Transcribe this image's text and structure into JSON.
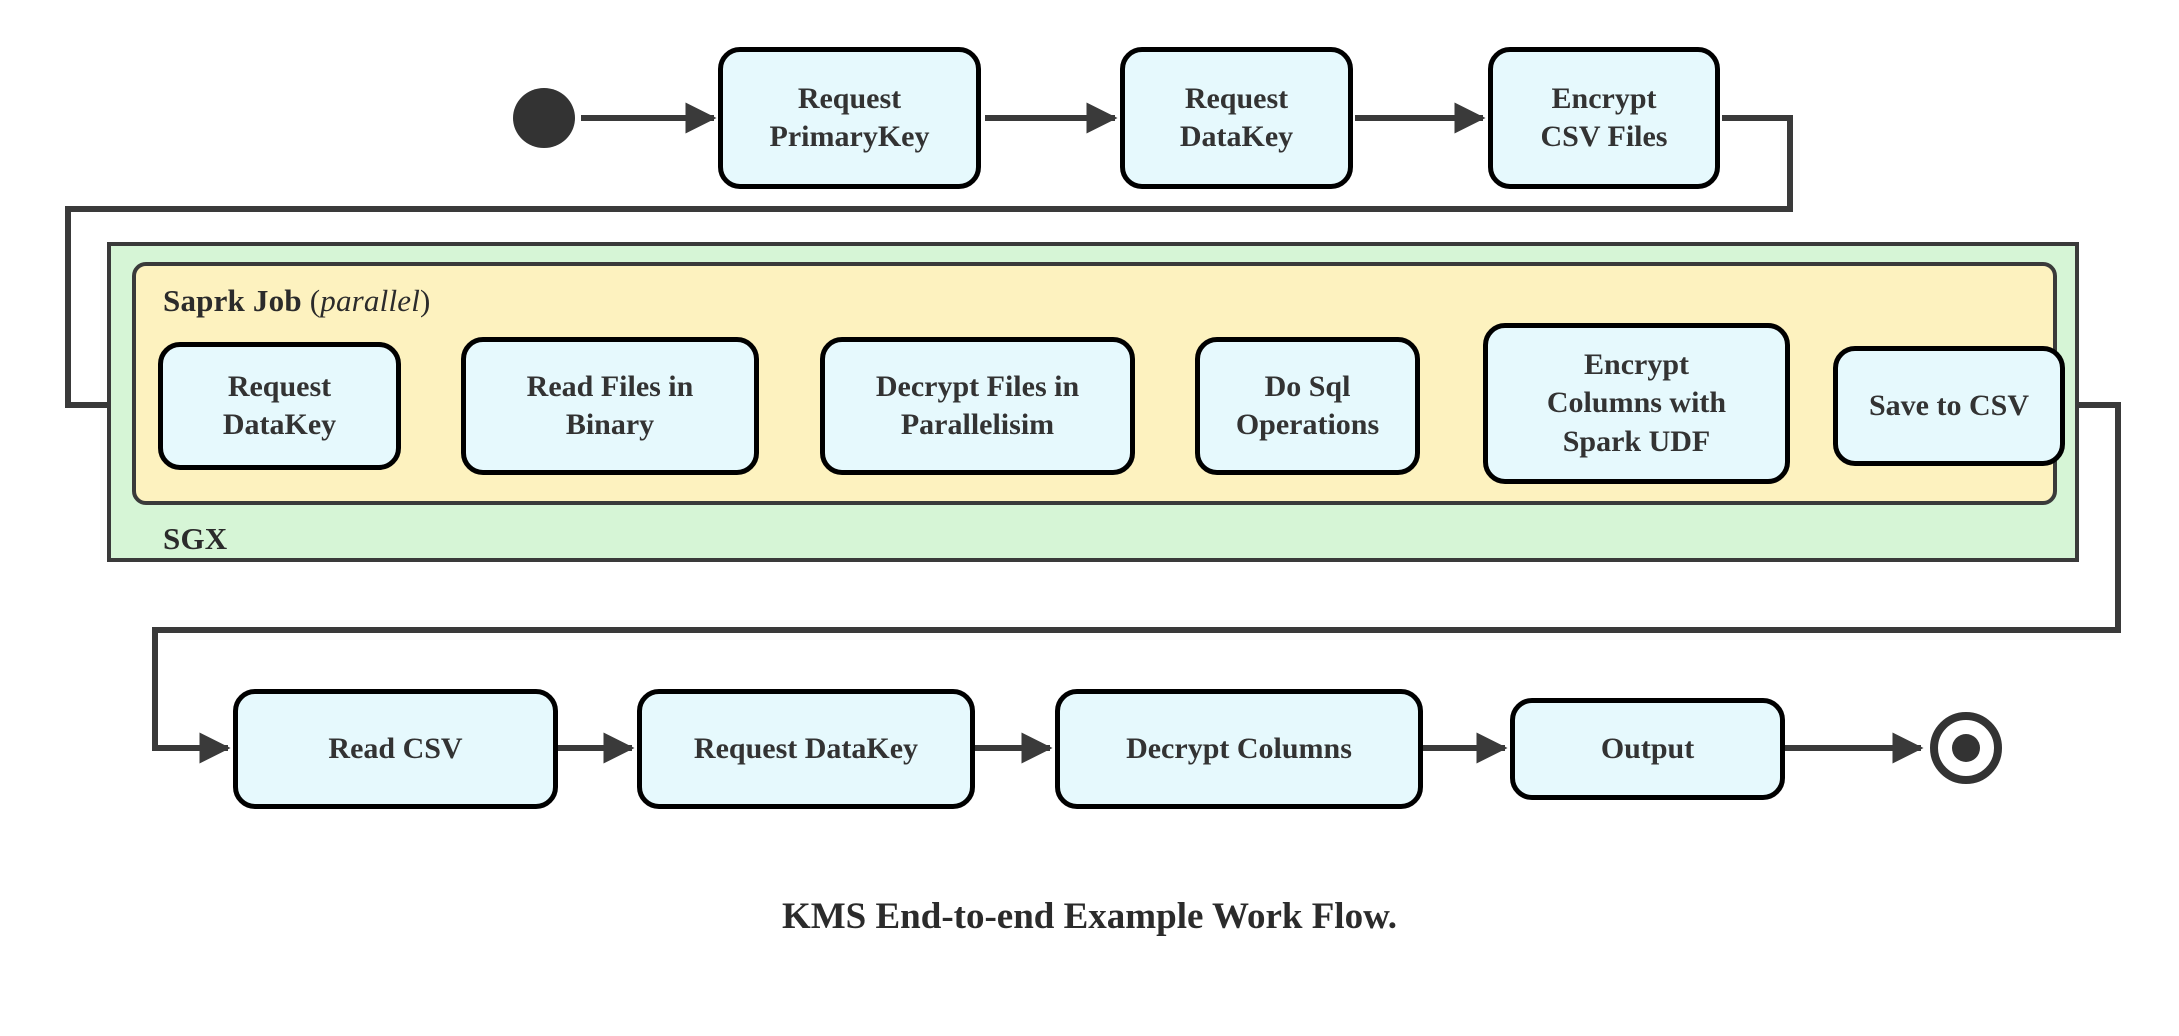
{
  "diagram": {
    "caption": "KMS End-to-end Example Work Flow.",
    "colors": {
      "node_fill": "#e6f9fd",
      "node_stroke": "#000000",
      "sgx_fill": "#d6f5d6",
      "spark_fill": "#fdf2bf",
      "container_stroke": "#3a3a3a",
      "connector": "#3a3a3a",
      "text": "#333333"
    },
    "terminals": {
      "start_label": "start-node",
      "end_label": "end-node"
    },
    "containers": [
      {
        "id": "sgx",
        "label": "SGX",
        "label_position": "bottom-left",
        "fill": "#d6f5d6"
      },
      {
        "id": "spark",
        "label_main": "Saprk Job",
        "label_paren_open": " (",
        "label_italic": "parallel",
        "label_paren_close": ")",
        "label_position": "top-left",
        "fill": "#fdf2bf"
      }
    ],
    "rows": {
      "top": {
        "name": "preparation-row",
        "nodes": [
          {
            "id": "request-primarykey",
            "label": "Request\nPrimaryKey"
          },
          {
            "id": "request-datakey-top",
            "label": "Request\nDataKey"
          },
          {
            "id": "encrypt-csv-files",
            "label": "Encrypt\nCSV Files"
          }
        ]
      },
      "middle": {
        "name": "spark-job-row",
        "nodes": [
          {
            "id": "request-datakey-spark",
            "label": "Request\nDataKey"
          },
          {
            "id": "read-files-in-binary",
            "label": "Read Files in\nBinary"
          },
          {
            "id": "decrypt-files-in-parallelisim",
            "label": "Decrypt Files in\nParallelisim"
          },
          {
            "id": "do-sql-operations",
            "label": "Do Sql\nOperations"
          },
          {
            "id": "encrypt-columns-with-spark-udf",
            "label": "Encrypt\nColumns with\nSpark UDF"
          },
          {
            "id": "save-to-csv",
            "label": "Save to CSV"
          }
        ]
      },
      "bottom": {
        "name": "consumption-row",
        "nodes": [
          {
            "id": "read-csv",
            "label": "Read CSV"
          },
          {
            "id": "request-datakey-bottom",
            "label": "Request DataKey"
          },
          {
            "id": "decrypt-columns",
            "label": "Decrypt Columns"
          },
          {
            "id": "output",
            "label": "Output"
          }
        ]
      }
    }
  }
}
